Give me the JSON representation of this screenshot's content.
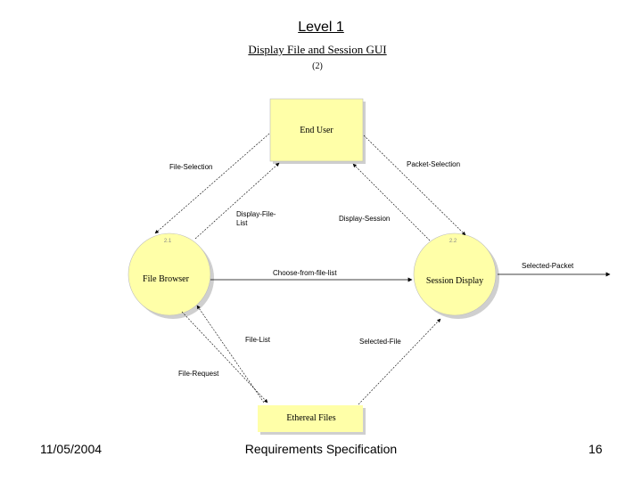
{
  "slide": {
    "title": "Level 1",
    "diagram_title": "Display File and Session GUI",
    "diagram_subtitle": "(2)"
  },
  "nodes": {
    "end_user": "End User",
    "file_browser": "File Browser",
    "session_display": "Session Display",
    "ethereal_files": "Ethereal Files",
    "file_browser_id": "2.1",
    "session_display_id": "2.2"
  },
  "flows": {
    "file_selection": "File-Selection",
    "packet_selection": "Packet-Selection",
    "display_file_list_1": "Display-File-",
    "display_file_list_2": "List",
    "display_session": "Display-Session",
    "choose_from_file_list": "Choose-from-file-list",
    "selected_packet": "Selected-Packet",
    "file_list": "File-List",
    "selected_file": "Selected-File",
    "file_request": "File-Request"
  },
  "colors": {
    "node_fill": "#FFFFA8",
    "node_shadow": "#C8C8C8",
    "line": "#000000"
  },
  "footer": {
    "date": "11/05/2004",
    "center": "Requirements Specification",
    "page": "16"
  }
}
